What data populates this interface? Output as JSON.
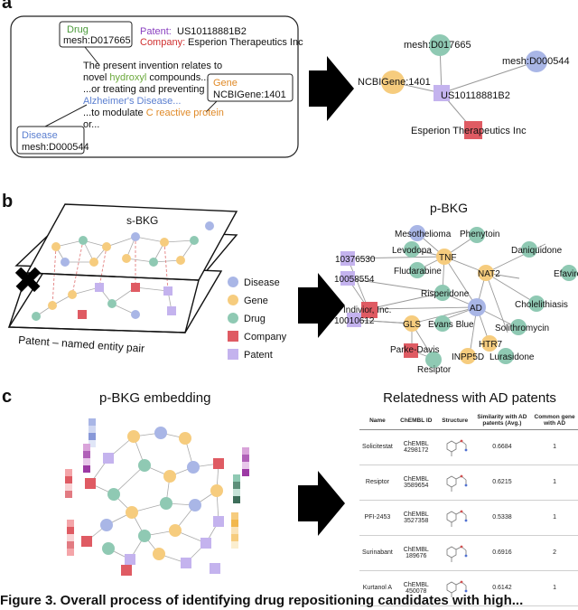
{
  "panels": {
    "a": "a",
    "b": "b",
    "c": "c"
  },
  "panel_a": {
    "drug_label": "Drug",
    "drug_id": "mesh:D017665",
    "patent_label": "Patent:",
    "patent_id": "US10118881B2",
    "company_label": "Company:",
    "company_name": "Esperion Therapeutics Inc",
    "text_1": "The present invention relates to",
    "text_2a": "novel ",
    "text_2b": "hydroxyl",
    "text_2c": " compounds...",
    "text_3": "...or treating and preventing",
    "text_4": "Alzheimer's Disease...",
    "text_5a": "...to modulate ",
    "text_5b": "C reactive protein",
    "text_6": "or...",
    "gene_label": "Gene",
    "gene_id": "NCBIGene:1401",
    "disease_label": "Disease",
    "disease_id": "mesh:D000544",
    "graph": {
      "n_drug": "mesh:D017665",
      "n_disease": "mesh:D000544",
      "n_gene": "NCBIGene:1401",
      "n_patent": "US10118881B2",
      "n_company": "Esperion Therapeutics Inc"
    }
  },
  "panel_b": {
    "sbkg_label": "s-BKG",
    "patent_plane_label": "Patent – named entity pair",
    "legend": [
      {
        "label": "Disease",
        "color": "#a9b6e6",
        "shape": "circle"
      },
      {
        "label": "Gene",
        "color": "#f6cc7e",
        "shape": "circle"
      },
      {
        "label": "Drug",
        "color": "#8fc9b3",
        "shape": "circle"
      },
      {
        "label": "Company",
        "color": "#df5b63",
        "shape": "square"
      },
      {
        "label": "Patent",
        "color": "#c4b3ee",
        "shape": "square"
      }
    ],
    "pbkg_title": "p-BKG",
    "nodes": {
      "mesothelioma": "Mesothelioma",
      "phenytoin": "Phenytoin",
      "levodopa": "Levodopa",
      "daniquidone": "Daniquidone",
      "tnf": "TNF",
      "p10376530": "10376530",
      "fludarabine": "Fludarabine",
      "nat2": "NAT2",
      "efavirenz": "Efavire",
      "p10058554": "10058554",
      "risperidone": "Risperidone",
      "cholelithiasis": "Cholelithiasis",
      "indivior": "Indivior, Inc.",
      "ad": "AD",
      "solithromycin": "Solithromycin",
      "p10010612": "10010612",
      "gls": "GLS",
      "evans_blue": "Evans Blue",
      "htr7": "HTR7",
      "parke_davis": "Parke-Davis",
      "inpp5d": "INPP5D",
      "lurasidone": "Lurasidone",
      "resiptor": "Resiptor"
    }
  },
  "panel_c": {
    "embedding_title": "p-BKG embedding",
    "relatedness_title": "Relatedness with AD patents",
    "table": {
      "headers": [
        "Name",
        "ChEMBL ID",
        "Structure",
        "Similarity with AD patents (Avg.)",
        "Common gene with AD"
      ],
      "rows": [
        {
          "name": "Solicitestat",
          "chembl": "ChEMBL 4298172",
          "similarity": "0.6684",
          "common": "1"
        },
        {
          "name": "Resiptor",
          "chembl": "ChEMBL 3589654",
          "similarity": "0.6215",
          "common": "1"
        },
        {
          "name": "PFI-2453",
          "chembl": "ChEMBL 3527358",
          "similarity": "0.5338",
          "common": "1"
        },
        {
          "name": "Surinabant",
          "chembl": "ChEMBL 189676",
          "similarity": "0.6916",
          "common": "2"
        },
        {
          "name": "Kurtanol A",
          "chembl": "ChEMBL 450078",
          "similarity": "0.6142",
          "common": "1"
        }
      ]
    }
  },
  "colors": {
    "disease": "#a9b6e6",
    "gene": "#f6cc7e",
    "drug": "#8fc9b3",
    "company": "#df5b63",
    "patent": "#c4b3ee",
    "drug_text": "#4a9a3a",
    "patent_text": "#8a3fc0",
    "company_text": "#d03030",
    "gene_text": "#e08a28",
    "disease_text": "#5b7fd0"
  },
  "caption": "Figure 3. Overall process of identifying drug repositioning candidates with high..."
}
